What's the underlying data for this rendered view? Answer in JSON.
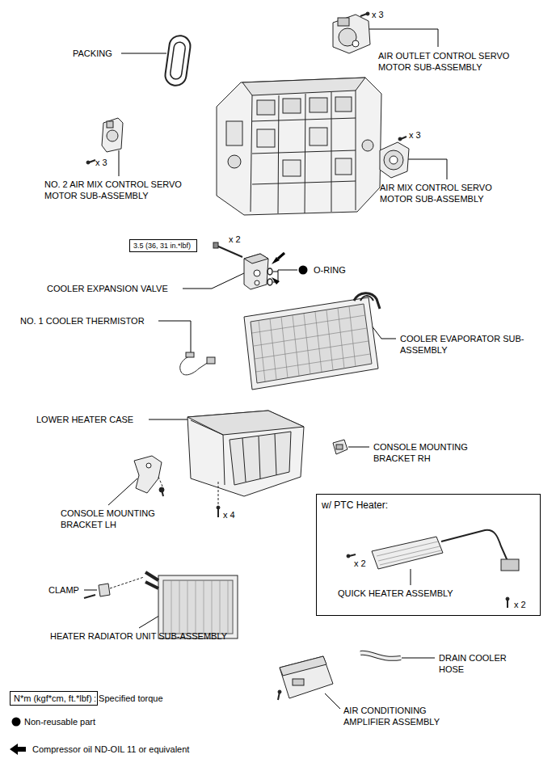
{
  "diagram": {
    "nodes": [
      {
        "text": [
          "3.5 (36, 31 in.*lbf)"
        ]
      },
      {
        "text": [
          "w/ PTC Heater:"
        ]
      },
      {
        "text": [
          "N*m (kgf*cm, ft.*lbf)"
        ]
      }
    ],
    "edges": [],
    "labels": [
      "PACKING",
      "x 3",
      "AIR OUTLET CONTROL SERVO MOTOR SUB-ASSEMBLY",
      "x 3",
      "NO. 2 AIR MIX CONTROL SERVO MOTOR SUB-ASSEMBLY",
      "x 3",
      "AIR MIX CONTROL SERVO MOTOR SUB-ASSEMBLY",
      "x 2",
      "O-RING",
      "COOLER EXPANSION VALVE",
      "NO. 1 COOLER THERMISTOR",
      "COOLER EVAPORATOR SUB-ASSEMBLY",
      "LOWER HEATER CASE",
      "CONSOLE MOUNTING BRACKET RH",
      "CONSOLE MOUNTING BRACKET LH",
      "x 4",
      "x 2",
      "QUICK HEATER ASSEMBLY",
      "x 2",
      "CLAMP",
      "HEATER RADIATOR UNIT SUB-ASSEMBLY",
      "DRAIN COOLER HOSE",
      "AIR CONDITIONING AMPLIFIER ASSEMBLY"
    ],
    "legend": [
      {
        "text": ": Specified torque"
      },
      {
        "text": "Non-reusable part"
      },
      {
        "text": "Compressor oil ND-OIL 11 or equivalent"
      }
    ]
  }
}
